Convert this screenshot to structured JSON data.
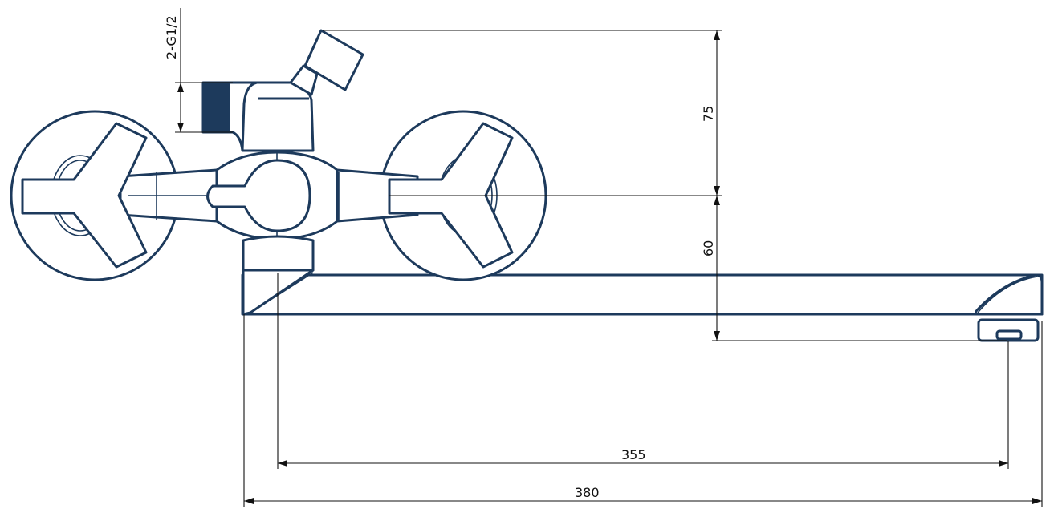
{
  "title": "Wall-mounted faucet technical drawing",
  "dimensions": {
    "thread": "2-G1/2",
    "shower_outlet_height": "75",
    "spout_height": "60",
    "spout_reach": "355",
    "overall_length": "380"
  },
  "colors": {
    "outline": "#1d3a5c",
    "dimension": "#111111"
  }
}
